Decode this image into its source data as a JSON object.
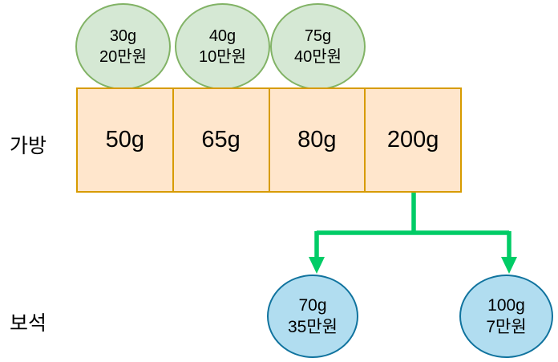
{
  "diagram": {
    "row_labels": {
      "bags": "가방",
      "jewels": "보석"
    },
    "item_ellipses": [
      {
        "weight": "30g",
        "value": "20만원"
      },
      {
        "weight": "40g",
        "value": "10만원"
      },
      {
        "weight": "75g",
        "value": "40만원"
      }
    ],
    "bags": [
      {
        "capacity": "50g"
      },
      {
        "capacity": "65g"
      },
      {
        "capacity": "80g"
      },
      {
        "capacity": "200g"
      }
    ],
    "jewels": [
      {
        "weight": "70g",
        "value": "35만원"
      },
      {
        "weight": "100g",
        "value": "7만원"
      }
    ],
    "colors": {
      "ellipse_fill": "#d5e8d4",
      "ellipse_border": "#82b366",
      "bag_fill": "#ffe6cc",
      "bag_border": "#d79b00",
      "jewel_fill": "#b1ddf0",
      "jewel_border": "#10739e",
      "arrow": "#00cc66",
      "text": "#000000",
      "background": "#ffffff"
    }
  }
}
